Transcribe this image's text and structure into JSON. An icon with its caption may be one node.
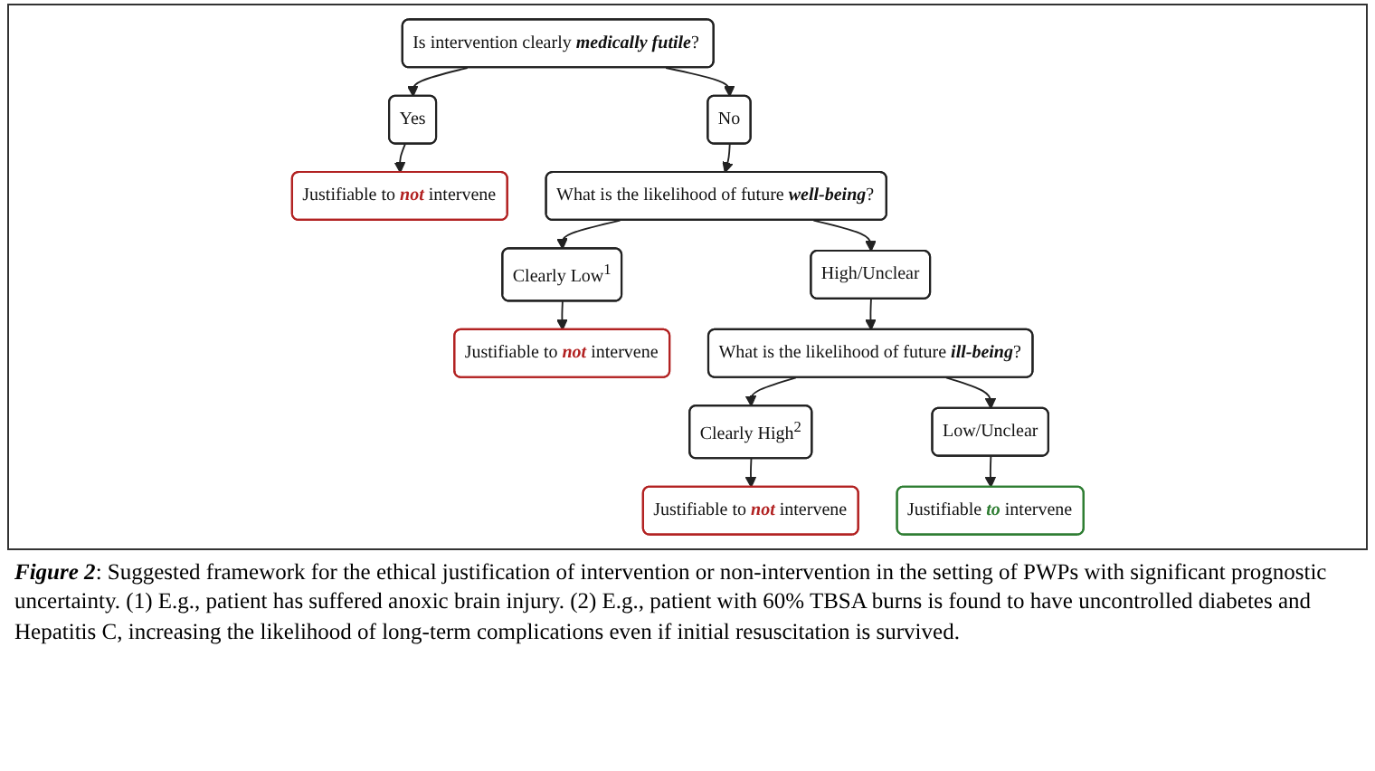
{
  "diagram": {
    "nodes": [
      {
        "text": [
          "Is intervention clearly **medically futile**?"
        ]
      },
      {
        "text": [
          "Yes"
        ]
      },
      {
        "text": [
          "Justifiable to **not** intervene"
        ]
      },
      {
        "text": [
          "No"
        ]
      },
      {
        "text": [
          "What is the likelihood of future **well-being**?"
        ]
      },
      {
        "text": [
          "Clearly Low$^{1}$"
        ]
      },
      {
        "text": [
          "Justifiable to **not** intervene"
        ]
      },
      {
        "text": [
          "High/Unclear"
        ]
      },
      {
        "text": [
          "What is the likelihood of future **ill-being**?"
        ]
      },
      {
        "text": [
          "Clearly High$^{2}$"
        ]
      },
      {
        "text": [
          "Justifiable to **not** intervene"
        ]
      },
      {
        "text": [
          "Low/Unclear"
        ]
      },
      {
        "text": [
          "Justifiable **to** intervene"
        ]
      }
    ],
    "edges": [
      {
        "from": 0,
        "to": 1,
        "arrow": "to"
      },
      {
        "from": 1,
        "to": 2,
        "arrow": "to"
      },
      {
        "from": 0,
        "to": 3,
        "arrow": "to"
      },
      {
        "from": 3,
        "to": 4,
        "arrow": "to"
      },
      {
        "from": 4,
        "to": 5,
        "arrow": "to"
      },
      {
        "from": 5,
        "to": 6,
        "arrow": "to"
      },
      {
        "from": 4,
        "to": 7,
        "arrow": "to"
      },
      {
        "from": 7,
        "to": 8,
        "arrow": "to"
      },
      {
        "from": 8,
        "to": 9,
        "arrow": "to"
      },
      {
        "from": 9,
        "to": 10,
        "arrow": "to"
      },
      {
        "from": 8,
        "to": 11,
        "arrow": "to"
      },
      {
        "from": 11,
        "to": 12,
        "arrow": "to"
      }
    ],
    "caption": "**Figure 2**: Suggested framework for the ethical justification of intervention or non-intervention in the setting of PWPs with significant prognostic uncertainty. (1) E.g., patient has suffered anoxic brain injury. (2) E.g., patient with 60% TBSA burns is found to have uncontrolled diabetes and Hepatitis C, increasing the likelihood of long-term complications even if initial resuscitation is survived."
  }
}
